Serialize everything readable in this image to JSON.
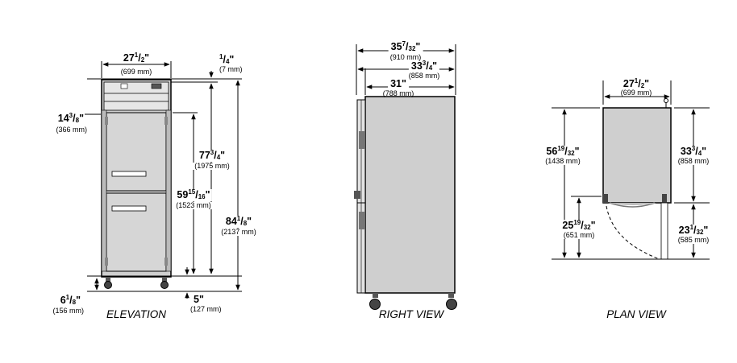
{
  "views": {
    "elevation": {
      "caption": "ELEVATION",
      "width": {
        "whole": "27",
        "num": "1",
        "den": "2",
        "mm": "(699 mm)"
      },
      "top_gap": {
        "whole": "",
        "num": "1",
        "den": "4",
        "mm": "(7 mm)"
      },
      "top_panel": {
        "whole": "14",
        "num": "3",
        "den": "8",
        "mm": "(366 mm)"
      },
      "body": {
        "whole": "77",
        "num": "3",
        "den": "4",
        "mm": "(1975 mm)"
      },
      "doors": {
        "whole": "59",
        "num": "15",
        "den": "16",
        "mm": "(1523 mm)"
      },
      "overall": {
        "whole": "84",
        "num": "1",
        "den": "8",
        "mm": "(2137 mm)"
      },
      "legs": {
        "whole": "6",
        "num": "1",
        "den": "8",
        "mm": "(156 mm)"
      },
      "clearance": {
        "value": "5\"",
        "mm": "(127 mm)"
      }
    },
    "right": {
      "caption": "RIGHT VIEW",
      "overall_depth": {
        "whole": "35",
        "num": "7",
        "den": "32",
        "mm": "(910 mm)"
      },
      "depth": {
        "whole": "33",
        "num": "3",
        "den": "4",
        "mm": "(858 mm)"
      },
      "cabinet_depth": {
        "value": "31\"",
        "mm": "(788 mm)"
      }
    },
    "plan": {
      "caption": "PLAN VIEW",
      "width": {
        "whole": "27",
        "num": "1",
        "den": "2",
        "mm": "(699 mm)"
      },
      "overall": {
        "whole": "56",
        "num": "19",
        "den": "32",
        "mm": "(1438 mm)"
      },
      "depth": {
        "whole": "33",
        "num": "3",
        "den": "4",
        "mm": "(858 mm)"
      },
      "door_swing": {
        "whole": "25",
        "num": "19",
        "den": "32",
        "mm": "(651 mm)"
      },
      "door_swing_r": {
        "whole": "23",
        "num": "1",
        "den": "32",
        "mm": "(585 mm)"
      }
    }
  },
  "colors": {
    "cabinet": "#cfcfcf",
    "line": "#000000",
    "dark": "#555555"
  }
}
